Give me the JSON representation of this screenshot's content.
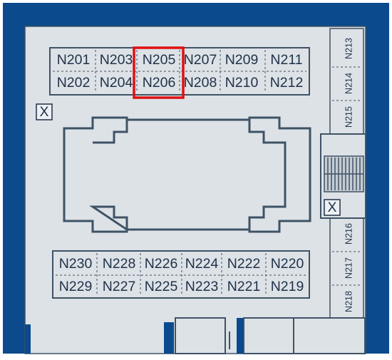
{
  "floor_plan": {
    "colors": {
      "outer": "#0b4a8c",
      "floor": "#dde2e7",
      "wall": "#3e5366",
      "highlight": "#e01010",
      "text": "#1f3148"
    },
    "highlighted_room": "N205",
    "exit_marks": [
      "X",
      "X"
    ],
    "top_block": {
      "row1": [
        "N201",
        "N203",
        "N205",
        "N207",
        "N209",
        "N211"
      ],
      "row2": [
        "N202",
        "N204",
        "N206",
        "N208",
        "N210",
        "N212"
      ]
    },
    "bottom_block": {
      "row1": [
        "N230",
        "N228",
        "N226",
        "N224",
        "N222",
        "N220"
      ],
      "row2": [
        "N229",
        "N227",
        "N225",
        "N223",
        "N221",
        "N219"
      ]
    },
    "right_column_upper": [
      "N213",
      "N214",
      "N215"
    ],
    "right_column_lower": [
      "N216",
      "N217",
      "N218"
    ]
  }
}
